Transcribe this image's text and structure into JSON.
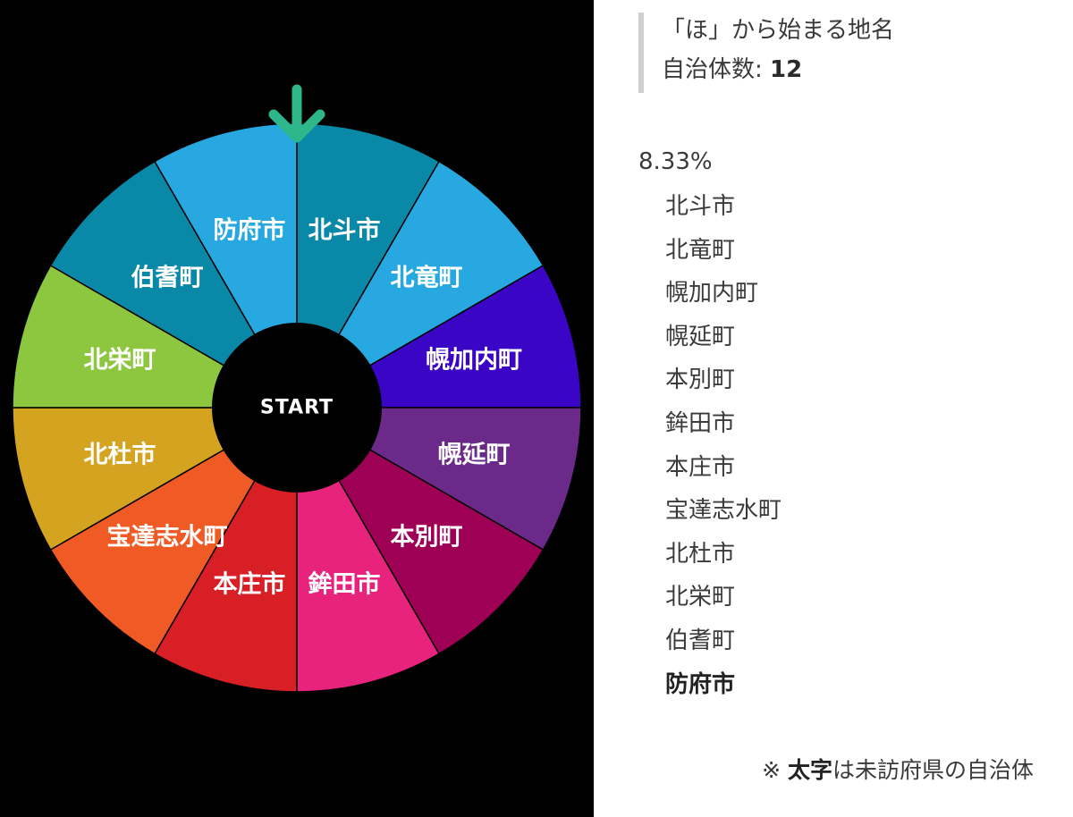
{
  "wheel": {
    "start_label": "START",
    "pointer_color": "#2fb78c",
    "segments": [
      {
        "label": "北斗市",
        "color": "#0a88a8"
      },
      {
        "label": "北竜町",
        "color": "#27a8e0"
      },
      {
        "label": "幌加内町",
        "color": "#3a05c4"
      },
      {
        "label": "幌延町",
        "color": "#6b2a8a"
      },
      {
        "label": "本別町",
        "color": "#9e0055"
      },
      {
        "label": "鉾田市",
        "color": "#e8237d"
      },
      {
        "label": "本庄市",
        "color": "#d81f26"
      },
      {
        "label": "宝達志水町",
        "color": "#f05a24"
      },
      {
        "label": "北杜市",
        "color": "#d4a320"
      },
      {
        "label": "北栄町",
        "color": "#8dc63f"
      },
      {
        "label": "伯耆町",
        "color": "#0a88a8"
      },
      {
        "label": "防府市",
        "color": "#27a8e0"
      }
    ]
  },
  "info": {
    "title": "「ほ」から始まる地名",
    "count_label": "自治体数: ",
    "count_value": "12",
    "percent": "8.33%",
    "names": [
      {
        "text": "北斗市",
        "bold": false
      },
      {
        "text": "北竜町",
        "bold": false
      },
      {
        "text": "幌加内町",
        "bold": false
      },
      {
        "text": "幌延町",
        "bold": false
      },
      {
        "text": "本別町",
        "bold": false
      },
      {
        "text": "鉾田市",
        "bold": false
      },
      {
        "text": "本庄市",
        "bold": false
      },
      {
        "text": "宝達志水町",
        "bold": false
      },
      {
        "text": "北杜市",
        "bold": false
      },
      {
        "text": "北栄町",
        "bold": false
      },
      {
        "text": "伯耆町",
        "bold": false
      },
      {
        "text": "防府市",
        "bold": true
      }
    ],
    "footnote_prefix": "※ ",
    "footnote_bold": "太字",
    "footnote_suffix": "は未訪府県の自治体"
  }
}
